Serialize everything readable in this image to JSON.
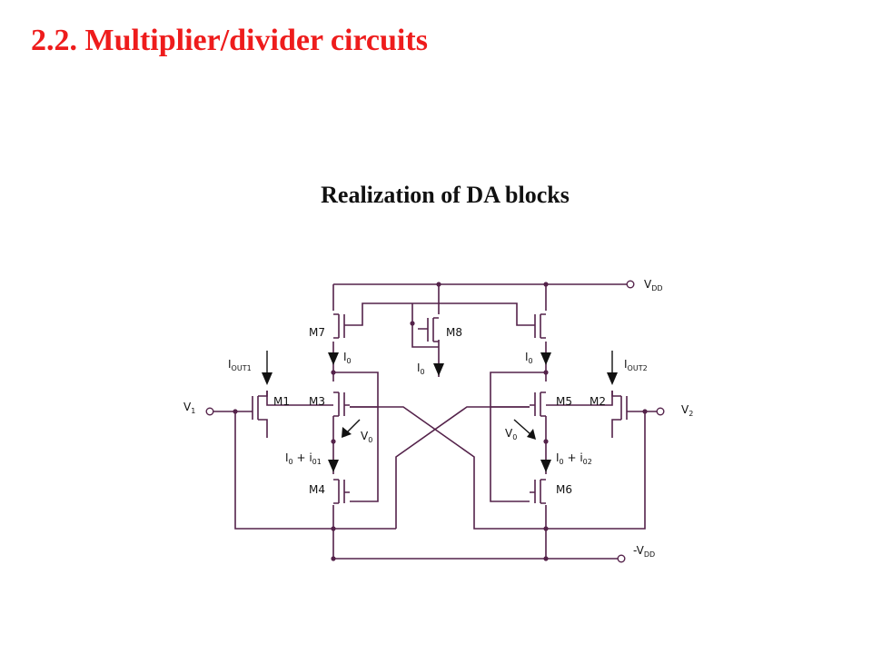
{
  "slide": {
    "title": "2.2. Multiplier/divider circuits",
    "subtitle": "Realization of DA blocks"
  },
  "colors": {
    "title": "#ee1c1c",
    "wire": "#54224a",
    "text": "#111111"
  },
  "circuit": {
    "vdd": {
      "main": "V",
      "sub": "DD"
    },
    "nvdd": {
      "main": "-V",
      "sub": "DD"
    },
    "v1": {
      "main": "V",
      "sub": "1"
    },
    "v2": {
      "main": "V",
      "sub": "2"
    },
    "iout1": {
      "main": "I",
      "sub": "OUT1"
    },
    "iout2": {
      "main": "I",
      "sub": "OUT2"
    },
    "i0_left": {
      "main": "I",
      "sub": "0"
    },
    "i0_mid": {
      "main": "I",
      "sub": "0"
    },
    "i0_right": {
      "main": "I",
      "sub": "0"
    },
    "vo_left": {
      "main": "V",
      "sub": "0"
    },
    "vo_right": {
      "main": "V",
      "sub": "0"
    },
    "sum_left": {
      "main": "I",
      "sub": "0",
      "mid": " + i",
      "sub2": "01"
    },
    "sum_right": {
      "main": "I",
      "sub": "0",
      "mid": " + i",
      "sub2": "02"
    },
    "transistors": {
      "m1": "M1",
      "m2": "M2",
      "m3": "M3",
      "m4": "M4",
      "m5": "M5",
      "m6": "M6",
      "m7": "M7",
      "m8": "M8"
    }
  }
}
